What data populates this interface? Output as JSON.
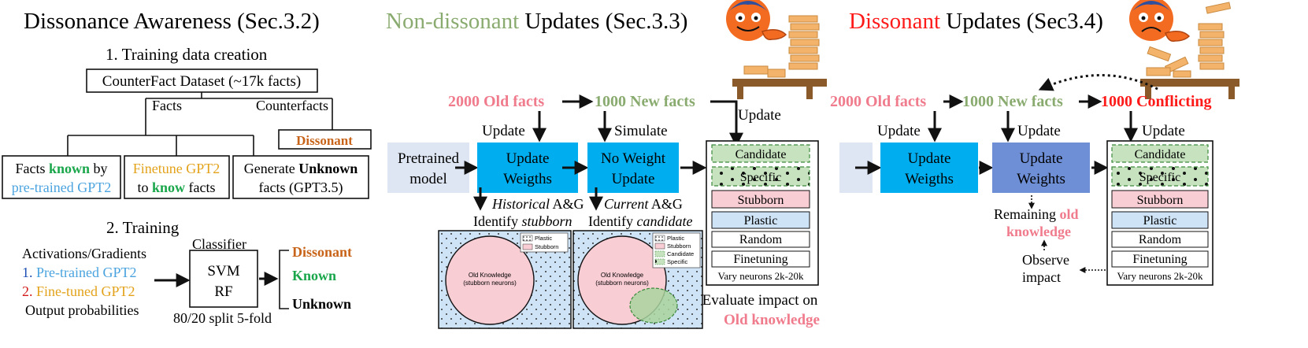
{
  "colors": {
    "green_text": "#8aab6f",
    "pink_text": "#f07b8c",
    "red_text": "#ff1a1a",
    "orange_text": "#c8641a",
    "green_bold": "#1aa64a",
    "blue_text": "#4aa3df",
    "gold_text": "#e3a21a",
    "cyan_box": "#00aeef",
    "slate_box": "#6e8fd6",
    "light_box": "#dfe6f3",
    "stubborn_fill": "#f9cdd4",
    "plastic_fill": "#cfe3f7",
    "candidate_fill": "#c7e2bf"
  },
  "icons": [
    "worried-face-icon",
    "hand-icon",
    "block-tower-icon",
    "dotted-arrow-icon"
  ],
  "section1": {
    "title": "Dissonance Awareness (Sec.3.2)",
    "step1": "1. Training data creation",
    "dataset": "CounterFact Dataset (~17k facts)",
    "facts_label": "Facts",
    "counterfacts_label": "Counterfacts",
    "dissonant": "Dissonant",
    "box_known": {
      "l1a": "Facts ",
      "l1b": "known",
      "l1c": " by",
      "l2": "pre-trained GPT2"
    },
    "box_finetune": {
      "l1": "Finetune GPT2",
      "l2a": "to ",
      "l2b": "know",
      "l2c": " facts"
    },
    "box_unknown": {
      "l1a": "Generate ",
      "l1b": "Unknown",
      "l2": "facts (GPT3.5)"
    },
    "step2": "2. Training",
    "classifier": "Classifier",
    "inputs": {
      "l1": "Activations/Gradients",
      "l2a": "1. ",
      "l2b": "Pre-trained GPT2",
      "l3a": "2. ",
      "l3b": "Fine-tuned GPT2",
      "l4": "Output probabilities"
    },
    "svm": "SVM",
    "rf": "RF",
    "split": "80/20 split 5-fold",
    "outputs": [
      "Dissonant",
      "Known",
      "Unknown"
    ]
  },
  "section2": {
    "title_a": "Non-dissonant",
    "title_b": " Updates (Sec.3.3)",
    "old_facts": "2000 Old facts",
    "new_facts": "1000 New facts",
    "update": "Update",
    "simulate": "Simulate",
    "pretrained": [
      "Pretrained",
      "model"
    ],
    "update_weights": [
      "Update",
      "Weigths"
    ],
    "no_weight": [
      "No Weight",
      "Update"
    ],
    "hist_a": "Historical",
    "hist_b": " A&G",
    "hist_c": "Identify ",
    "hist_d": "stubborn",
    "curr_a": "Current",
    "curr_b": " A&G",
    "curr_c": "Identify ",
    "curr_d": "candidate",
    "methods": [
      "Candidate",
      "Specific",
      "Stubborn",
      "Plastic",
      "Random",
      "Finetuning"
    ],
    "vary": "Vary neurons 2k-20k",
    "eval_a": "Evaluate impact on",
    "eval_b": "Old knowledge",
    "map1": {
      "legend": [
        "Plastic",
        "Stubborn"
      ],
      "circle": [
        "Old Knowledge",
        "(stubborn neurons)"
      ]
    },
    "map2": {
      "legend": [
        "Plastic",
        "Stubborn",
        "Candidate",
        "Specific"
      ],
      "circle": [
        "Old Knowledge",
        "(stubborn neurons)"
      ]
    }
  },
  "section3": {
    "title_a": "Dissonant",
    "title_b": " Updates (Sec3.4)",
    "old_facts": "2000 Old facts",
    "new_facts": "1000 New facts",
    "conflicting": "1000 Conflicting",
    "update": "Update",
    "update_weigths": [
      "Update",
      "Weigths"
    ],
    "update_weights": [
      "Update",
      "Weights"
    ],
    "remaining_a": "Remaining ",
    "remaining_b": "old",
    "remaining_c": "knowledge",
    "observe": [
      "Observe",
      "impact"
    ],
    "methods": [
      "Candidate",
      "Specific",
      "Stubborn",
      "Plastic",
      "Random",
      "Finetuning"
    ],
    "vary": "Vary neurons 2k-20k"
  }
}
